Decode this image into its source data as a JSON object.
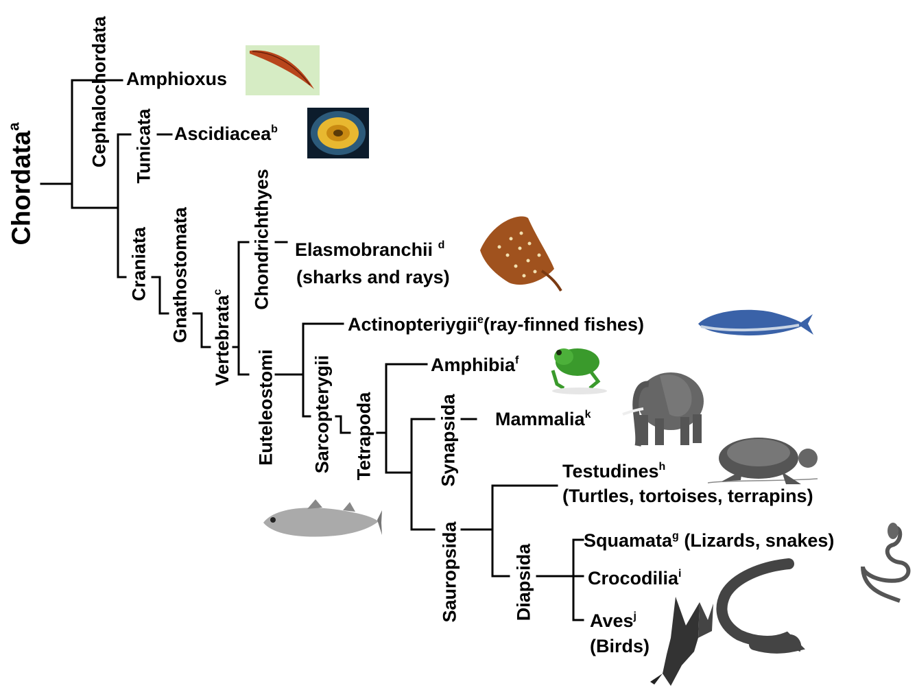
{
  "root": {
    "text": "Chordata",
    "sup": "a"
  },
  "clades": {
    "cephalochordata": "Cephalochordata",
    "tunicata": "Tunicata",
    "craniata": "Craniata",
    "gnathostomata": "Gnathostomata",
    "vertebrata": {
      "text": "Vertebrata",
      "sup": "c"
    },
    "chondrichthyes": "Chondrichthyes",
    "euteleostomi": "Euteleostomi",
    "sarcopterygii": "Sarcopterygii",
    "tetrapoda": "Tetrapoda",
    "synapsida": "Synapsida",
    "sauropsida": "Sauropsida",
    "diapsida": "Diapsida"
  },
  "taxa": {
    "amphioxus": "Amphioxus",
    "ascidiacea": {
      "text": "Ascidiacea",
      "sup": "b"
    },
    "elasmobranchii": {
      "text": "Elasmobranchii ",
      "sup": "d",
      "common": "(sharks and rays)"
    },
    "actinopterygii": {
      "text": "Actinopteriygii",
      "sup": "e",
      "common": "(ray-finned fishes)"
    },
    "amphibia": {
      "text": "Amphibia",
      "sup": "f"
    },
    "mammalia": {
      "text": "Mammalia",
      "sup": "k"
    },
    "testudines": {
      "text": "Testudines",
      "sup": "h",
      "common": "(Turtles, tortoises, terrapins)"
    },
    "squamata": {
      "text": "Squamata",
      "sup": "g",
      "common": " (Lizards, snakes)"
    },
    "crocodilia": {
      "text": "Crocodilia",
      "sup": "i"
    },
    "aves": {
      "text": "Aves",
      "sup": "j",
      "common": "(Birds)"
    }
  },
  "colors": {
    "lines": "#000000",
    "background": "#ffffff"
  },
  "images": [
    "lancelet",
    "sea-squirt",
    "ray",
    "coelacanth",
    "sardine",
    "tree-frog",
    "elephant",
    "sea-turtle",
    "cobra",
    "crocodile",
    "eagle"
  ]
}
